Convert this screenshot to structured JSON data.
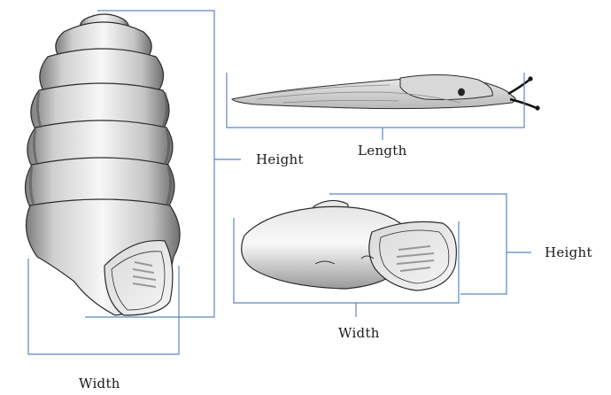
{
  "labels": {
    "tall_shell_height": "Height",
    "tall_shell_width": "Width",
    "slug_length": "Length",
    "flat_shell_height": "Height",
    "flat_shell_width": "Width"
  },
  "colors": {
    "dimension_line": "#5b86c5",
    "shell_outline": "#2b2b2b",
    "shell_fill_light": "#f4f4f4",
    "shell_fill_dark": "#8e8e8e",
    "text": "#1a1a1a"
  }
}
